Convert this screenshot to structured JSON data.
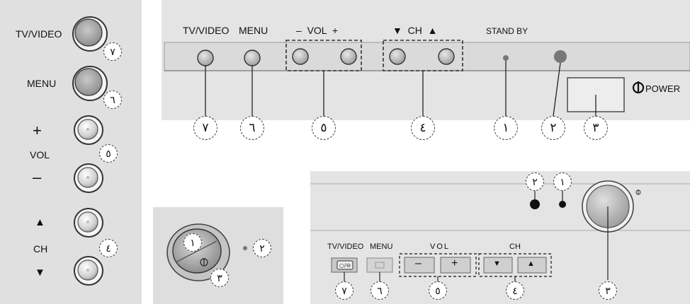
{
  "left_panel": {
    "tv_video_label": "TV/VIDEO",
    "menu_label": "MENU",
    "vol_plus": "+",
    "vol_label": "VOL",
    "vol_minus": "–",
    "ch_up": "▲",
    "ch_label": "CH",
    "ch_down": "▼",
    "callouts": [
      "٧",
      "٦",
      "٥",
      "٤"
    ]
  },
  "top_panel": {
    "tv_video_label": "TV/VIDEO",
    "menu_label": "MENU",
    "vol_label": "–  VOL  +",
    "ch_label": "▼  CH  ▲",
    "standby_label": "STAND BY",
    "power_label": "POWER",
    "callouts": [
      "٧",
      "٦",
      "٥",
      "٤",
      "١",
      "٢",
      "٣"
    ]
  },
  "knob_panel": {
    "callouts": [
      "١",
      "٢",
      "٣"
    ]
  },
  "bottom_panel": {
    "tv_video_label": "TV/VIDEO",
    "menu_label": "MENU",
    "vol_label": "VOL",
    "ch_label": "CH",
    "minus": "–",
    "plus": "+",
    "down": "▼",
    "up": "▲",
    "callouts_top": [
      "٢",
      "١"
    ],
    "callouts_bottom": [
      "٧",
      "٦",
      "٥",
      "٤",
      "٣"
    ]
  }
}
